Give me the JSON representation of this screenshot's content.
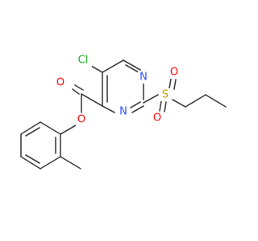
{
  "molecule": {
    "colors": {
      "carbon_bond": "#404040",
      "nitrogen": "#3050f8",
      "oxygen": "#ff0d0d",
      "sulfur": "#c8a000",
      "chlorine": "#1fb01f"
    },
    "atoms": {
      "cl": "Cl",
      "n1": "N",
      "n3": "N",
      "s": "S",
      "o_s1": "O",
      "o_s2": "O",
      "o_carbonyl": "O",
      "o_ester": "O"
    }
  }
}
